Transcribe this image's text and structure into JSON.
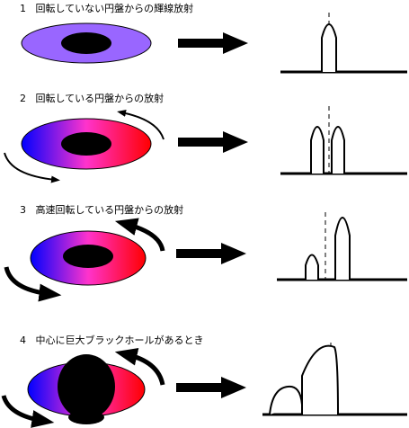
{
  "panels": [
    {
      "number": "1",
      "caption": "回転していない円盤からの輝線放射"
    },
    {
      "number": "2",
      "caption": "回転している円盤からの放射"
    },
    {
      "number": "3",
      "caption": "高速回転している円盤からの放射"
    },
    {
      "number": "4",
      "caption": "中心に巨大ブラックホールがあるとき"
    }
  ],
  "colors": {
    "disk_static": "#9966ff",
    "disk_blue": "#0000ff",
    "disk_red": "#ff0000",
    "disk_mid": "#ff33cc",
    "black_hole": "#000000",
    "outline": "#000000"
  }
}
